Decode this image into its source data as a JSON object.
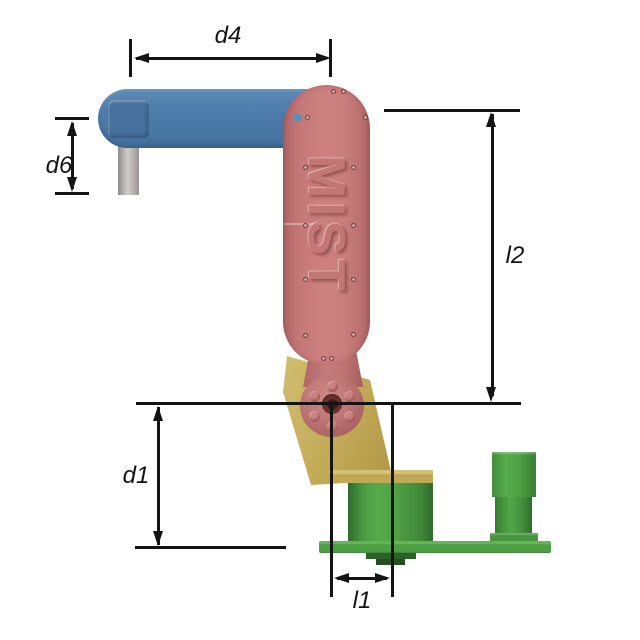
{
  "diagram": {
    "background_color": "#ffffff",
    "dimension_labels": {
      "d4": "d4",
      "d6": "d6",
      "l2": "l2",
      "d1": "d1",
      "l1": "l1"
    },
    "robot": {
      "brand_text": "MIST",
      "colors": {
        "upper_arm_blue": "#4d7cab",
        "forearm_pink": "#c87d7d",
        "crank_yellow": "#c3ac5c",
        "base_green": "#4d9e44",
        "tool_shaft_gray": "#b3b0ae",
        "dimension_line_black": "#141414"
      }
    }
  }
}
